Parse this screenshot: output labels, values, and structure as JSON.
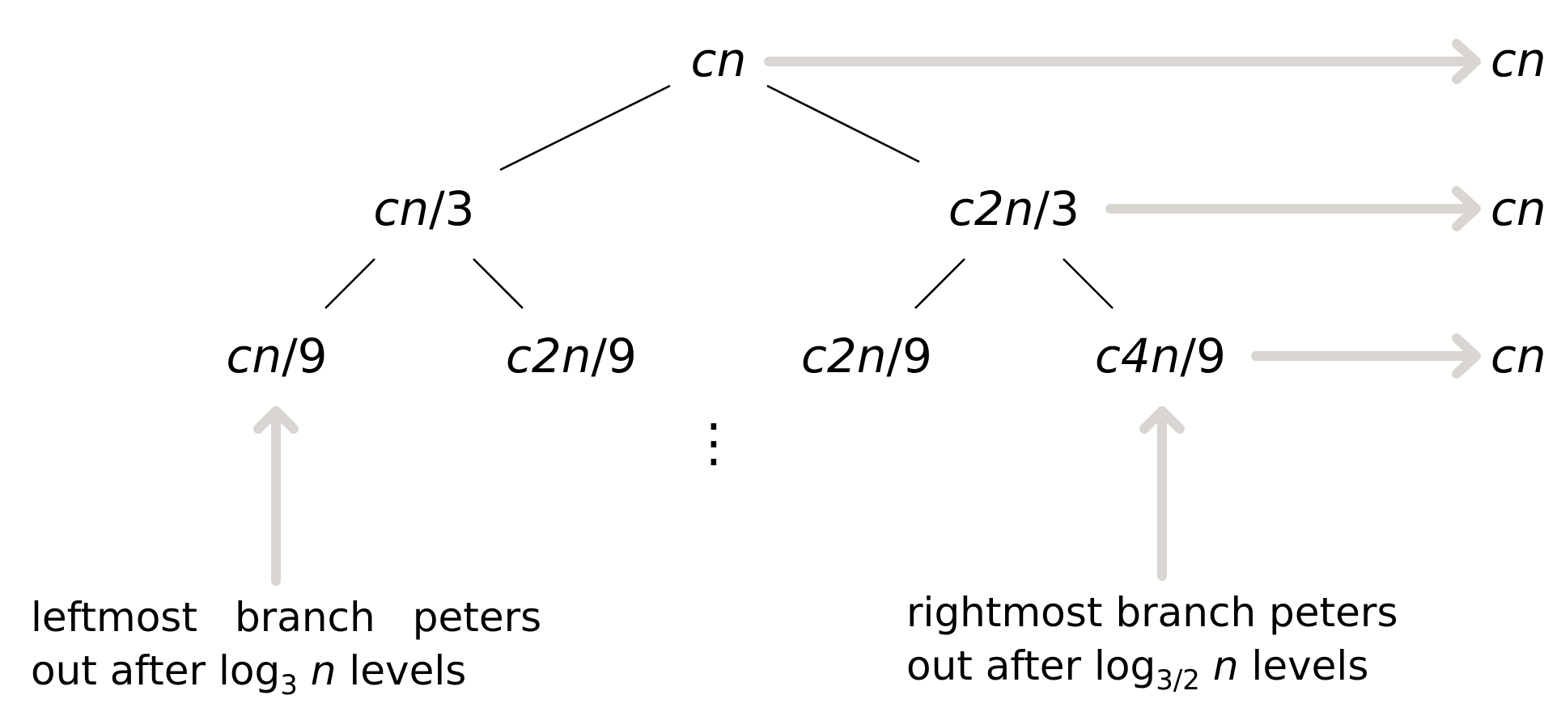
{
  "tree": {
    "root": {
      "c": "c",
      "n": "n",
      "rest": ""
    },
    "level1": [
      {
        "c": "c",
        "n": "n",
        "rest": "/3"
      },
      {
        "c": "c2",
        "n": "n",
        "rest": "/3"
      }
    ],
    "level2": [
      {
        "c": "c",
        "n": "n",
        "rest": "/9"
      },
      {
        "c": "c2",
        "n": "n",
        "rest": "/9"
      },
      {
        "c": "c2",
        "n": "n",
        "rest": "/9"
      },
      {
        "c": "c4",
        "n": "n",
        "rest": "/9"
      }
    ],
    "vdots": "⋮"
  },
  "level_sums": [
    "cn",
    "cn",
    "cn"
  ],
  "annotations": {
    "left": {
      "line1_words": [
        "leftmost",
        "branch",
        "peters"
      ],
      "line2_prefix": "out after log",
      "line2_sub": "3",
      "line2_var": "n",
      "line2_suffix": "levels"
    },
    "right": {
      "line1": "rightmost branch peters",
      "line2_prefix": "out after log",
      "line2_sub": "3/2",
      "line2_var": "n",
      "line2_suffix": "levels"
    }
  },
  "colors": {
    "arrow": "#d9d5d0",
    "edge": "#000000",
    "text": "#000000"
  }
}
